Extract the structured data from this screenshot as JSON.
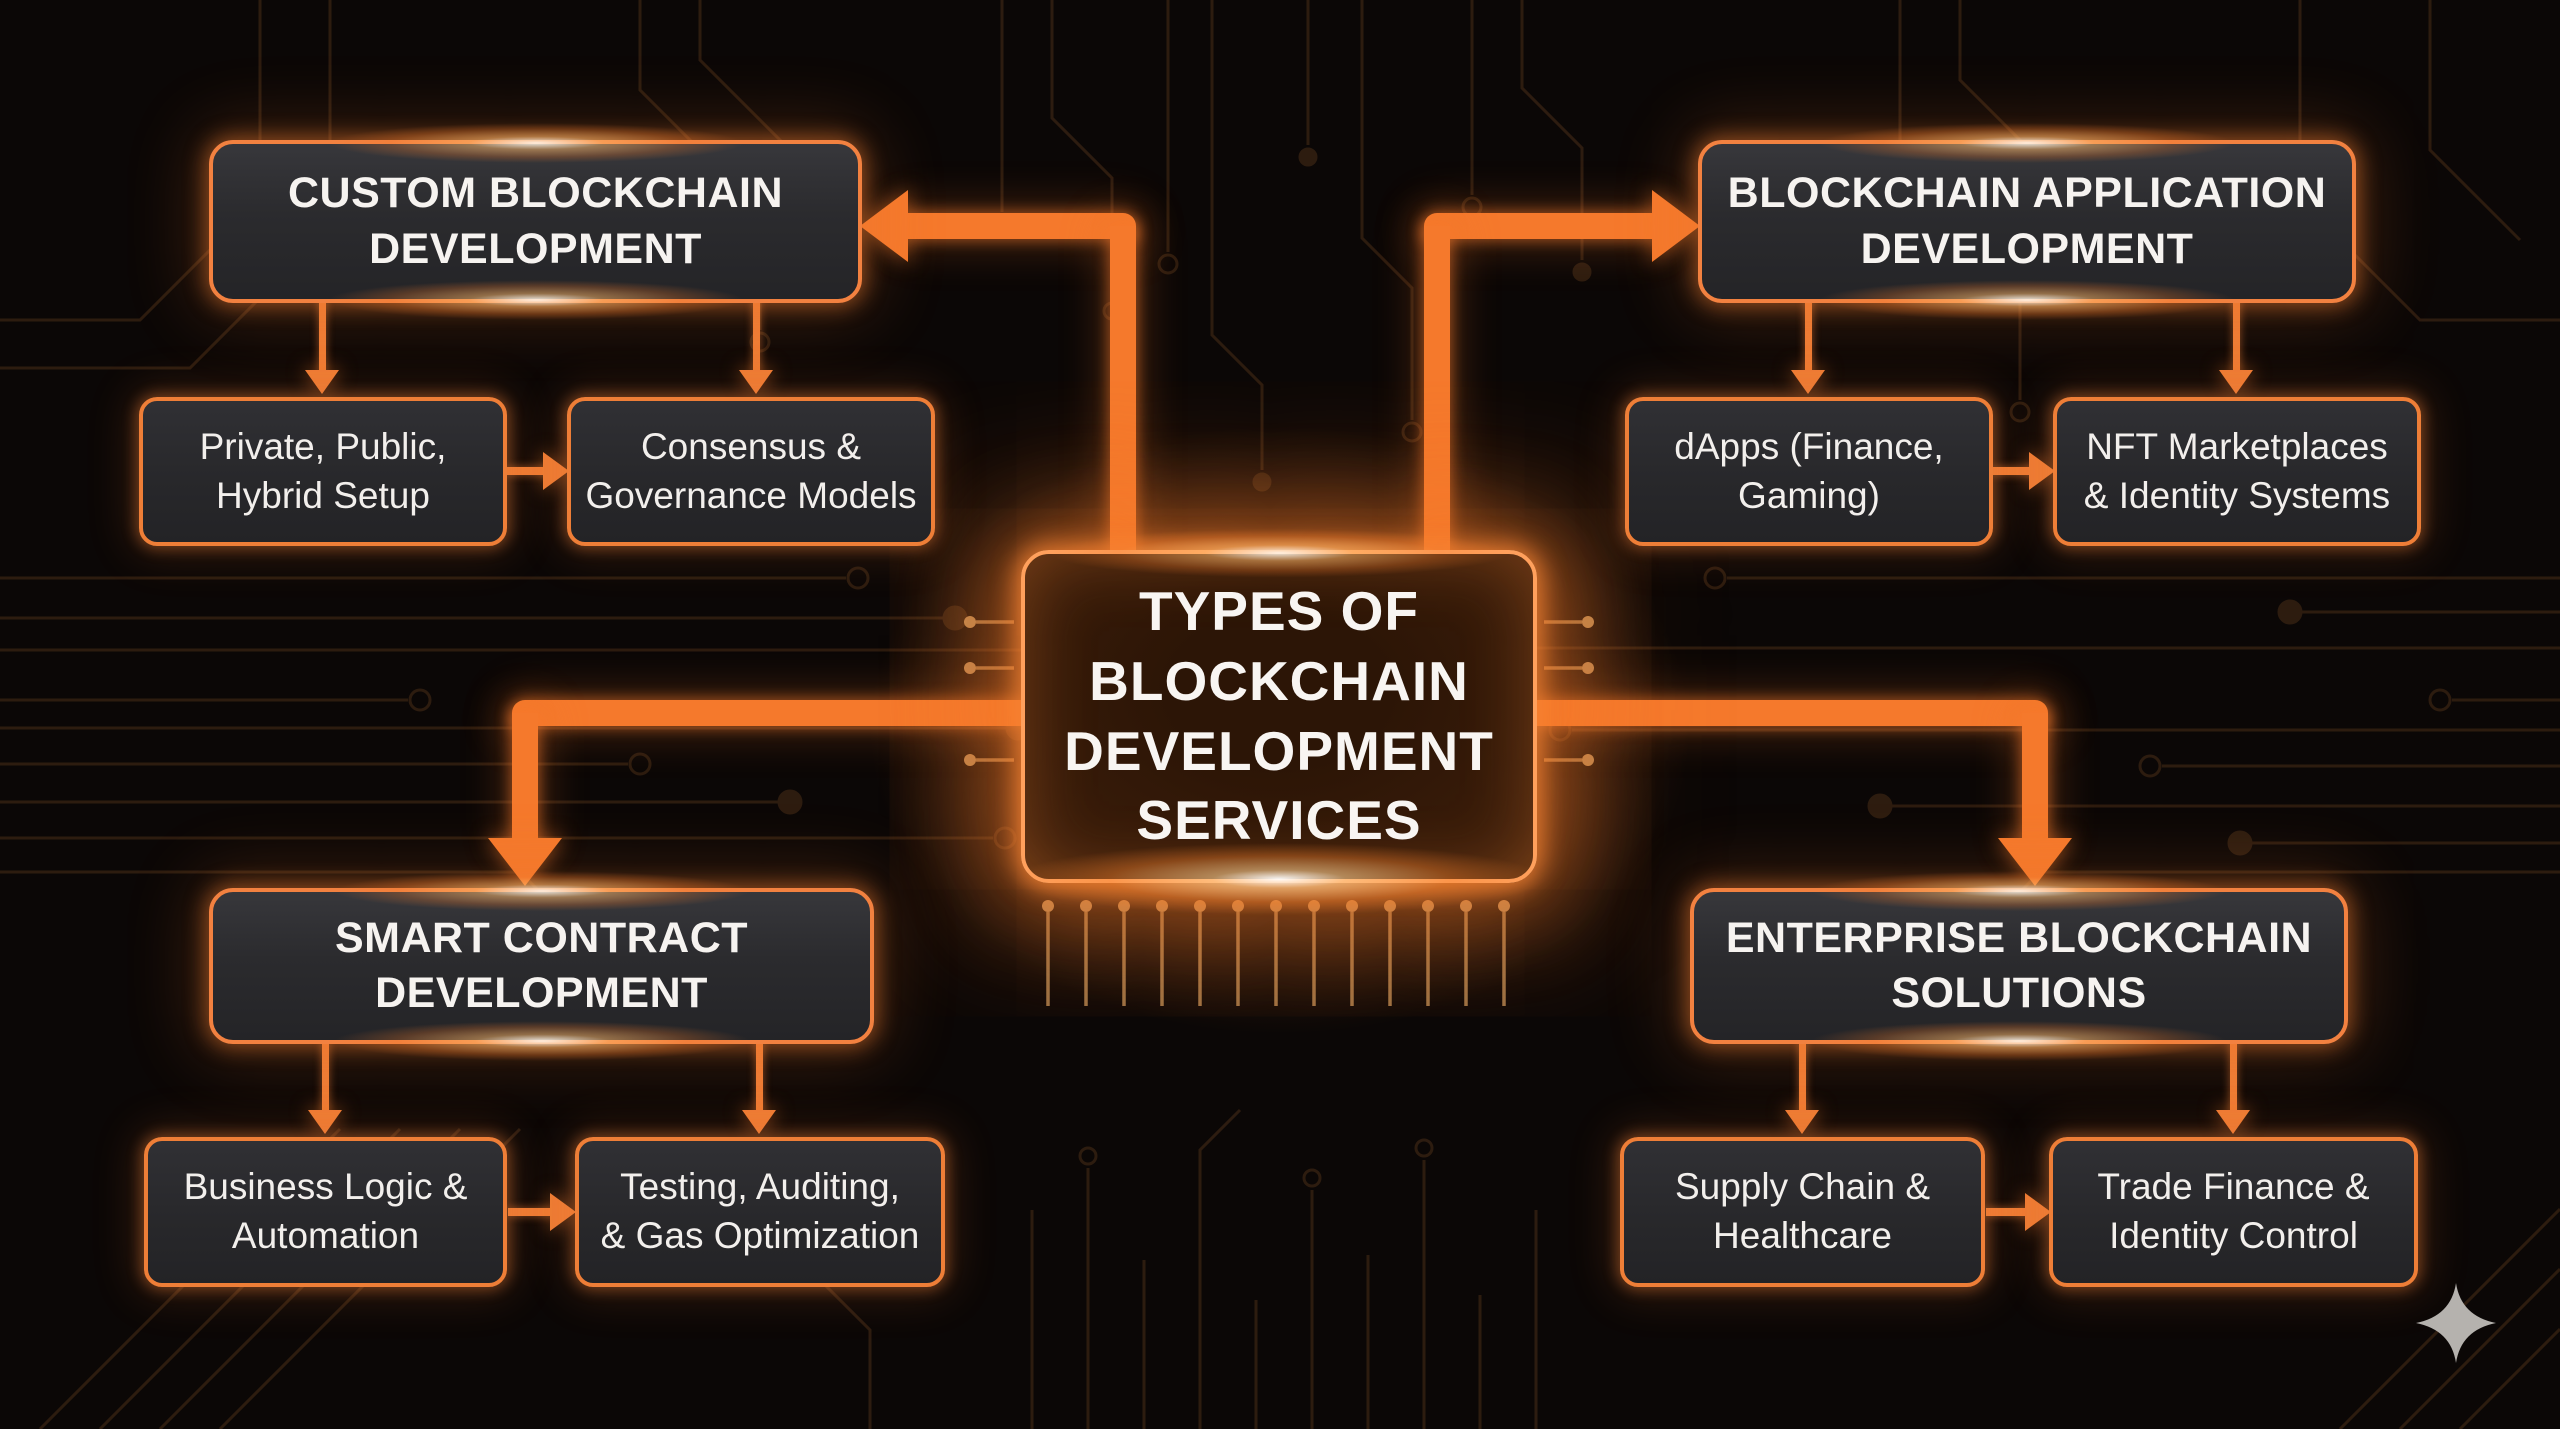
{
  "title": {
    "label": "TYPES OF BLOCKCHAIN DEVELOPMENT SERVICES",
    "lines": [
      "TYPES OF",
      "BLOCKCHAIN",
      "DEVELOPMENT",
      "SERVICES"
    ]
  },
  "branches": [
    {
      "id": "custom-blockchain-development",
      "position": "top-left",
      "label": "CUSTOM BLOCKCHAIN DEVELOPMENT",
      "lines": [
        "CUSTOM BLOCKCHAIN",
        "DEVELOPMENT"
      ],
      "children": [
        {
          "id": "private-public-hybrid-setup",
          "label": "Private, Public, Hybrid Setup",
          "lines": [
            "Private, Public,",
            "Hybrid Setup"
          ]
        },
        {
          "id": "consensus-governance-models",
          "label": "Consensus & Governance Models",
          "lines": [
            "Consensus &",
            "Governance Models"
          ]
        }
      ]
    },
    {
      "id": "blockchain-application-development",
      "position": "top-right",
      "label": "BLOCKCHAIN APPLICATION DEVELOPMENT",
      "lines": [
        "BLOCKCHAIN APPLICATION",
        "DEVELOPMENT"
      ],
      "children": [
        {
          "id": "dapps-finance-gaming",
          "label": "dApps (Finance, Gaming)",
          "lines": [
            "dApps (Finance,",
            "Gaming)"
          ]
        },
        {
          "id": "nft-marketplaces-identity-systems",
          "label": "NFT Marketplaces & Identity Systems",
          "lines": [
            "NFT Marketplaces",
            "& Identity Systems"
          ]
        }
      ]
    },
    {
      "id": "smart-contract-development",
      "position": "bottom-left",
      "label": "SMART CONTRACT DEVELOPMENT",
      "lines": [
        "SMART CONTRACT",
        "DEVELOPMENT"
      ],
      "children": [
        {
          "id": "business-logic-automation",
          "label": "Business Logic & Automation",
          "lines": [
            "Business Logic &",
            "Automation"
          ]
        },
        {
          "id": "testing-auditing-gas-optimization",
          "label": "Testing, Auditing, & Gas Optimization",
          "lines": [
            "Testing, Auditing,",
            "& Gas Optimization"
          ]
        }
      ]
    },
    {
      "id": "enterprise-blockchain-solutions",
      "position": "bottom-right",
      "label": "ENTERPRISE BLOCKCHAIN SOLUTIONS",
      "lines": [
        "ENTERPRISE BLOCKCHAIN",
        "SOLUTIONS"
      ],
      "children": [
        {
          "id": "supply-chain-healthcare",
          "label": "Supply Chain & Healthcare",
          "lines": [
            "Supply Chain &",
            "Healthcare"
          ]
        },
        {
          "id": "trade-finance-identity-control",
          "label": "Trade Finance & Identity Control",
          "lines": [
            "Trade Finance &",
            "Identity Control"
          ]
        }
      ]
    }
  ],
  "edges": [
    {
      "from": "center",
      "to": "custom-blockchain-development"
    },
    {
      "from": "center",
      "to": "blockchain-application-development"
    },
    {
      "from": "center",
      "to": "smart-contract-development"
    },
    {
      "from": "center",
      "to": "enterprise-blockchain-solutions"
    },
    {
      "from": "custom-blockchain-development",
      "to": "private-public-hybrid-setup"
    },
    {
      "from": "custom-blockchain-development",
      "to": "consensus-governance-models"
    },
    {
      "from": "private-public-hybrid-setup",
      "to": "consensus-governance-models"
    },
    {
      "from": "blockchain-application-development",
      "to": "dapps-finance-gaming"
    },
    {
      "from": "blockchain-application-development",
      "to": "nft-marketplaces-identity-systems"
    },
    {
      "from": "dapps-finance-gaming",
      "to": "nft-marketplaces-identity-systems"
    },
    {
      "from": "smart-contract-development",
      "to": "business-logic-automation"
    },
    {
      "from": "smart-contract-development",
      "to": "testing-auditing-gas-optimization"
    },
    {
      "from": "business-logic-automation",
      "to": "testing-auditing-gas-optimization"
    },
    {
      "from": "enterprise-blockchain-solutions",
      "to": "supply-chain-healthcare"
    },
    {
      "from": "enterprise-blockchain-solutions",
      "to": "trade-finance-identity-control"
    },
    {
      "from": "supply-chain-healthcare",
      "to": "trade-finance-identity-control"
    }
  ],
  "icons": {
    "sparkle": "four-pointed-star"
  },
  "colors": {
    "accent_arrow": "#f5792c",
    "node_border": "#ee7e37",
    "center_border": "#ffa05c",
    "node_fill": "#2c2c2f",
    "center_fill": "#3a1d0b",
    "text": "#f5f2ef",
    "background": "#0b0706",
    "circuit_trace": "#503219",
    "sparkle": "#b5b2ae"
  }
}
